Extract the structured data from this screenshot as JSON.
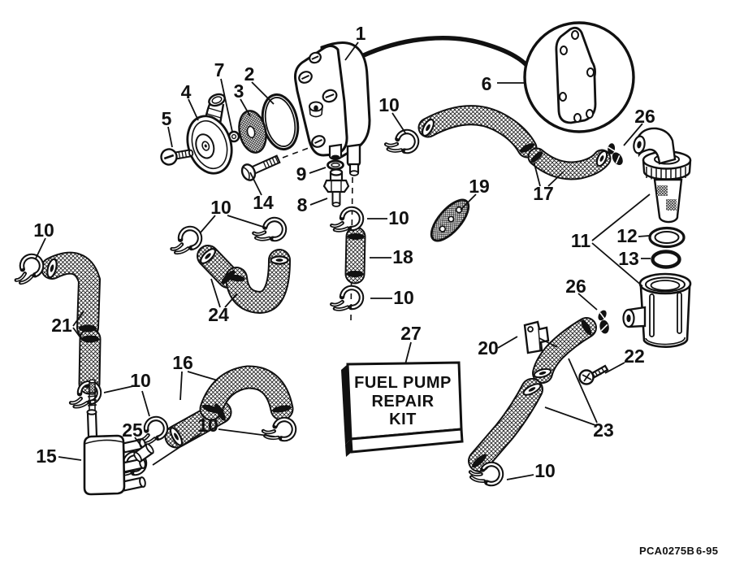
{
  "diagram": {
    "footer": {
      "code": "PCA0275B",
      "date": "6-95"
    },
    "kit_box": {
      "line1": "FUEL PUMP",
      "line2": "REPAIR",
      "line3": "KIT"
    },
    "callouts": [
      {
        "label": "1"
      },
      {
        "label": "2"
      },
      {
        "label": "3"
      },
      {
        "label": "4"
      },
      {
        "label": "5"
      },
      {
        "label": "6"
      },
      {
        "label": "7"
      },
      {
        "label": "8"
      },
      {
        "label": "9"
      },
      {
        "label": "10"
      },
      {
        "label": "10"
      },
      {
        "label": "10"
      },
      {
        "label": "10"
      },
      {
        "label": "10"
      },
      {
        "label": "10"
      },
      {
        "label": "10"
      },
      {
        "label": "10"
      },
      {
        "label": "11"
      },
      {
        "label": "12"
      },
      {
        "label": "13"
      },
      {
        "label": "14"
      },
      {
        "label": "15"
      },
      {
        "label": "16"
      },
      {
        "label": "17"
      },
      {
        "label": "18"
      },
      {
        "label": "19"
      },
      {
        "label": "20"
      },
      {
        "label": "21"
      },
      {
        "label": "22"
      },
      {
        "label": "23"
      },
      {
        "label": "24"
      },
      {
        "label": "25"
      },
      {
        "label": "26"
      },
      {
        "label": "26"
      },
      {
        "label": "27"
      }
    ]
  }
}
